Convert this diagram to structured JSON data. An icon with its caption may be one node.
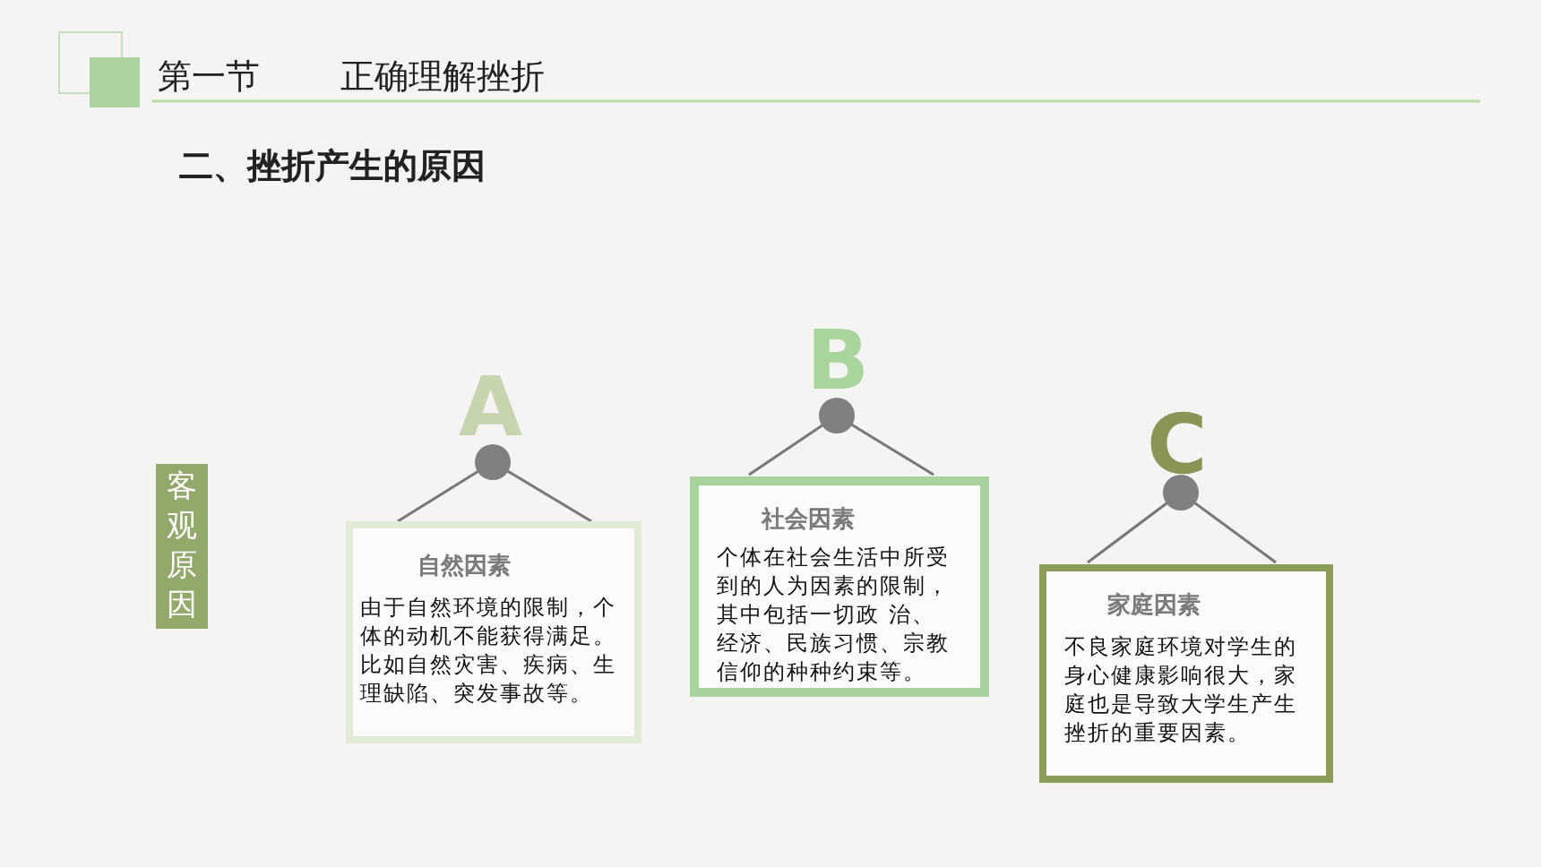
{
  "diagram": {
    "title": "二、挫折产生的原因",
    "nodes": [
      {
        "text": [
          "客观原因"
        ]
      },
      {
        "text": [
          "自然因素",
          "由于自然环境的限制，个体的动机不能获得满足。比如自然灾害、疾病、生理缺陷、突发事故等。"
        ]
      },
      {
        "text": [
          "社会因素",
          "个体在社会生活中所受到的人为因素的限制，其中包括一切政 治、经济、民族习惯、宗教信仰的种种约束等。"
        ]
      },
      {
        "text": [
          "家庭因素",
          "不良家庭环境对学生的身心健康影响很大，家庭也是导致大学生产生挫折的重要因素。"
        ]
      }
    ],
    "labels": [
      "第一节",
      "正确理解挫折",
      "A",
      "B",
      "C"
    ]
  }
}
